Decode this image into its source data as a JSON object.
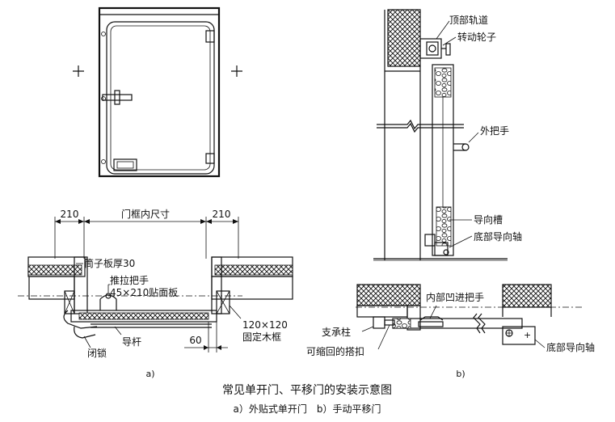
{
  "panel_a": {
    "dims": {
      "left": "210",
      "right": "210",
      "inner": "门框内尺寸",
      "bottom": "60"
    },
    "labels": {
      "panel_thickness": "筒子板厚30",
      "pull_handle": "推拉把手",
      "face_panel": "45×210贴面板",
      "guide_rod": "导杆",
      "lock": "闭锁",
      "fixed_frame_size": "120×120",
      "fixed_frame": "固定木框"
    },
    "tag": "a)"
  },
  "panel_b": {
    "labels": {
      "top_track": "顶部轨道",
      "roller": "转动轮子",
      "outer_handle": "外把手",
      "guide_slot": "导向槽",
      "bottom_guide_axis_side": "底部导向轴",
      "recessed_handle": "内部凹进把手",
      "support_post": "支承柱",
      "retractable_latch": "可缩回的搭扣",
      "bottom_guide_axis_plan": "底部导向轴"
    },
    "tag": "b)"
  },
  "caption": {
    "title": "常见单开门、平移门的安装示意图",
    "subtitle": "a）外贴式单开门　b）手动平移门"
  }
}
